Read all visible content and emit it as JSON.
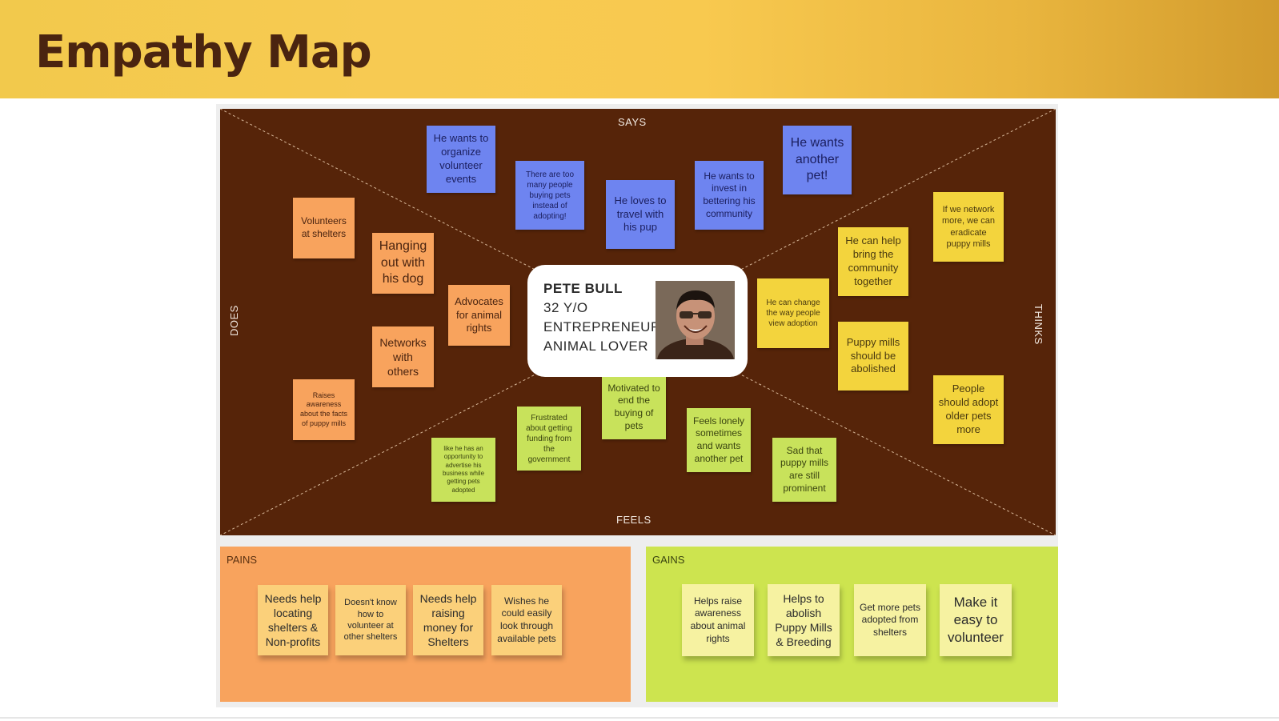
{
  "header": {
    "title": "Empathy Map"
  },
  "map": {
    "labels": {
      "says": "SAYS",
      "feels": "FEELS",
      "does": "DOES",
      "thinks": "THINKS"
    },
    "persona": {
      "name": "PETE BULL",
      "age": "32 Y/O",
      "role": "ENTREPRENEUR",
      "tagline": "ANIMAL LOVER"
    },
    "says": [
      "He wants to organize volunteer events",
      "There are too many people buying pets instead of adopting!",
      "He loves to travel with his pup",
      "He wants to invest in bettering his community",
      "He wants another pet!"
    ],
    "does": [
      "Volunteers at shelters",
      "Hanging out with his dog",
      "Advocates for animal rights",
      "Networks with others",
      "Raises awareness about the facts of puppy mills"
    ],
    "thinks": [
      "If we network more, we can eradicate puppy mills",
      "He can help bring the community together",
      "He can change the way people view adoption",
      "Puppy mills should be abolished",
      "People should adopt older pets more"
    ],
    "feels": [
      "Motivated to end the buying of pets",
      "Frustrated about getting funding from the government",
      "like he has an opportunity to advertise his business while getting pets adopted",
      "Feels lonely sometimes and wants another pet",
      "Sad that puppy mills are still prominent"
    ]
  },
  "pains": {
    "label": "PAINS",
    "items": [
      "Needs help locating shelters & Non-profits",
      "Doesn't know how to volunteer at other shelters",
      "Needs help raising money for Shelters",
      "Wishes he could easily look through available pets"
    ]
  },
  "gains": {
    "label": "GAINS",
    "items": [
      "Helps raise awareness about animal rights",
      "Helps to abolish Puppy Mills & Breeding",
      "Get more pets adopted from shelters",
      "Make it easy to volunteer"
    ]
  },
  "colors": {
    "board": "#562409",
    "says_notes": "#6e84f0",
    "does_notes": "#f8a35d",
    "thinks_notes": "#f3d43d",
    "feels_notes": "#c8e25b",
    "pains_panel": "#f8a35d",
    "gains_panel": "#cde44f"
  }
}
